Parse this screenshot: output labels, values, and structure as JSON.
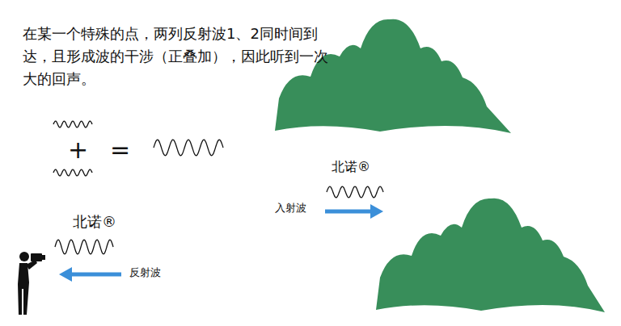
{
  "diagram": {
    "labels": [
      "在某一个特殊的点，两列反射波1、2同时间到达，且形成波的干涉（正叠加），因此听到一次大的回声。",
      "+",
      "=",
      "北诺®",
      "入射波",
      "北诺®",
      "反射波"
    ]
  }
}
